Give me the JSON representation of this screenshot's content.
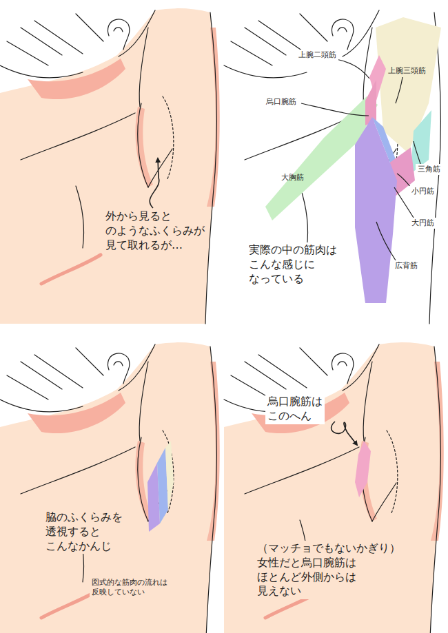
{
  "diagram": {
    "labels": [
      "外から見ると のようなふくらみが 見て取れるが…",
      "上腕二頭筋",
      "上腕三頭筋",
      "烏口腕筋",
      "大胸筋",
      "三角筋",
      "小円筋",
      "大円筋",
      "広背筋",
      "実際の中の筋肉は こんな感じに なっている",
      "脇のふくらみを 透視すると こんなかんじ",
      "図式的な筋肉の流れは 反映していない",
      "烏口腕筋は このへん",
      "（マッチョでもないかぎり） 女性だと烏口腕筋は ほとんど外側からは 見えない"
    ]
  }
}
